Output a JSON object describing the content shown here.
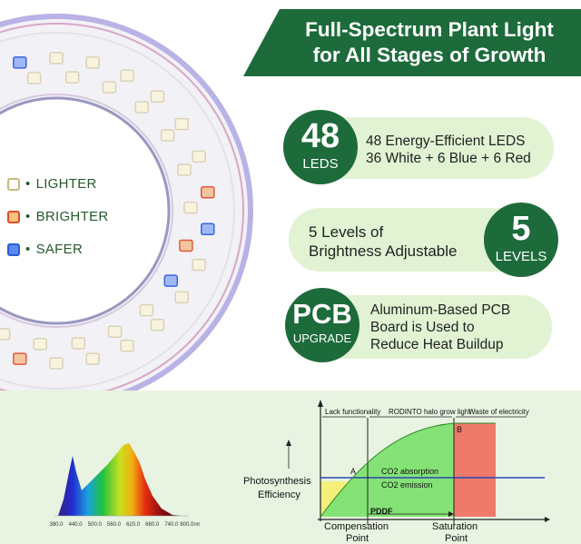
{
  "header": {
    "line1": "Full-Spectrum Plant Light",
    "line2": "for All Stages of Growth"
  },
  "legend": [
    {
      "label": "LIGHTER",
      "color": "#c9b87a"
    },
    {
      "label": "BRIGHTER",
      "color": "#e24a2a"
    },
    {
      "label": "SAFER",
      "color": "#2a5bd6"
    }
  ],
  "features": {
    "leds": {
      "big": "48",
      "small": "LEDS",
      "line1": "48 Energy-Efficient LEDS",
      "line2": "36 White + 6 Blue + 6 Red"
    },
    "levels": {
      "big": "5",
      "small": "LEVELS",
      "line1": "5 Levels of",
      "line2": "Brightness Adjustable"
    },
    "pcb": {
      "big": "PCB",
      "small": "UPGRADE",
      "line1": "Aluminum-Based PCB",
      "line2": "Board is Used to",
      "line3": "Reduce Heat Buildup"
    }
  },
  "spectrum": {
    "ticks": [
      "380.0",
      "440.0",
      "500.0",
      "560.0",
      "620.0",
      "680.0",
      "740.0",
      "800.0nm"
    ]
  },
  "diagram": {
    "y_label_1": "Photosynthesis",
    "y_label_2": "Efficiency",
    "lack": "Lack functionality",
    "halo": "RODINTO halo grow light",
    "waste": "Waste of electricity",
    "point_a": "A",
    "point_b": "B",
    "absorption": "CO2 absorption",
    "emission": "CO2 emission",
    "pddf": "PDDF",
    "comp_1": "Compensation",
    "comp_2": "Point",
    "sat_1": "Saturation",
    "sat_2": "Point"
  },
  "colors": {
    "brand_green": "#1d6b3b",
    "pill_bg": "#e1f3d3",
    "panel_bg": "#e8f3e2"
  }
}
